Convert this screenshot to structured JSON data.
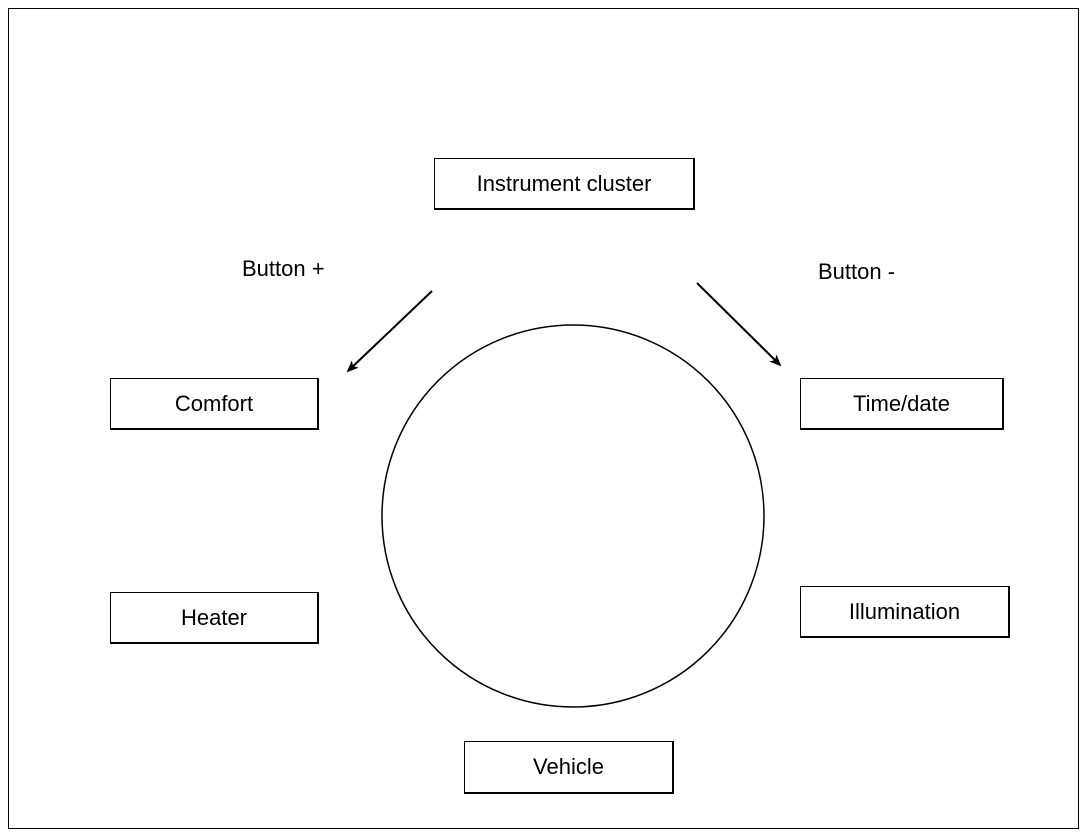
{
  "nodes": {
    "instrument_cluster": "Instrument cluster",
    "comfort": "Comfort",
    "time_date": "Time/date",
    "heater": "Heater",
    "illumination": "Illumination",
    "vehicle": "Vehicle"
  },
  "arrows": {
    "left_label": "Button +",
    "right_label": "Button -"
  }
}
